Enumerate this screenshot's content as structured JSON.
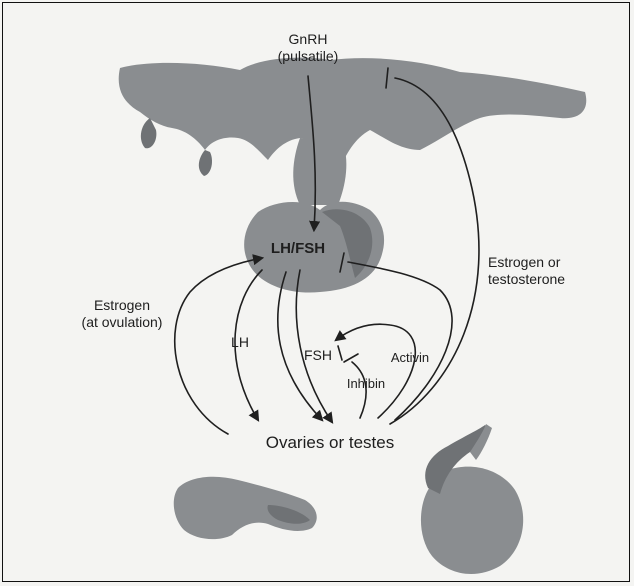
{
  "labels": {
    "gnrh": "GnRH",
    "gnrh_sub": "(pulsatile)",
    "lh_fsh": "LH/FSH",
    "estrogen_testosterone_1": "Estrogen or",
    "estrogen_testosterone_2": "testosterone",
    "estrogen_ovulation_1": "Estrogen",
    "estrogen_ovulation_2": "(at ovulation)",
    "lh": "LH",
    "fsh": "FSH",
    "activin": "Activin",
    "inhibin": "Inhibin",
    "gonads": "Ovaries or testes"
  },
  "colors": {
    "organ": "#8a8d90",
    "arrow": "#1f1f1f",
    "background": "#f4f4f2"
  }
}
